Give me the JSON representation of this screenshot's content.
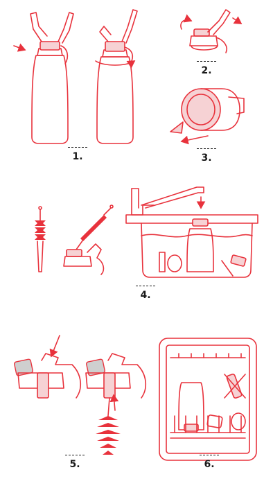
{
  "steps": [
    {
      "label": "1."
    },
    {
      "label": "2."
    },
    {
      "label": "3."
    },
    {
      "label": "4."
    },
    {
      "label": "5."
    },
    {
      "label": "6."
    }
  ],
  "colors": {
    "accent": "#e8323c",
    "text": "#1a1a1a",
    "tint": "#f6d2d4"
  }
}
